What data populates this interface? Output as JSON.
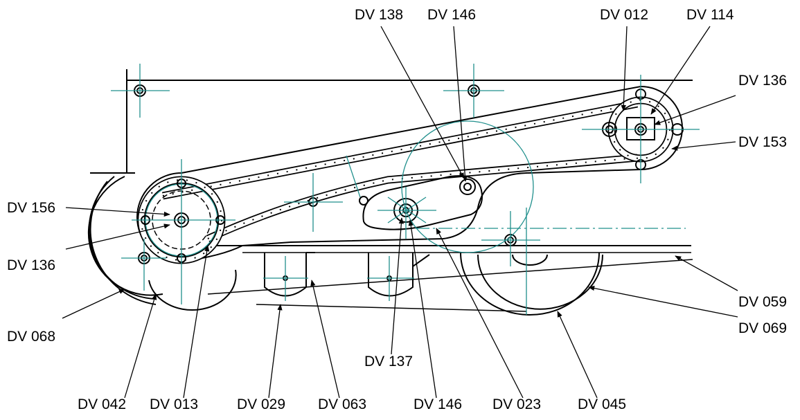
{
  "labels": {
    "dv138_top": "DV 138",
    "dv146_top": "DV 146",
    "dv012_top": "DV 012",
    "dv114_top": "DV 114",
    "dv136_right": "DV 136",
    "dv153_right": "DV 153",
    "dv156_left": "DV 156",
    "dv136_left": "DV 136",
    "dv068_left": "DV 068",
    "dv059_right": "DV 059",
    "dv069_right": "DV 069",
    "dv137_mid": "DV 137",
    "dv042_bottom": "DV 042",
    "dv013_bottom": "DV 013",
    "dv029_bottom": "DV 029",
    "dv063_bottom": "DV 063",
    "dv146_bottom": "DV 146",
    "dv023_bottom": "DV 023",
    "dv045_bottom": "DV 045"
  },
  "colors": {
    "line": "#000000",
    "centerline": "#1f8f8c",
    "background": "#ffffff"
  }
}
